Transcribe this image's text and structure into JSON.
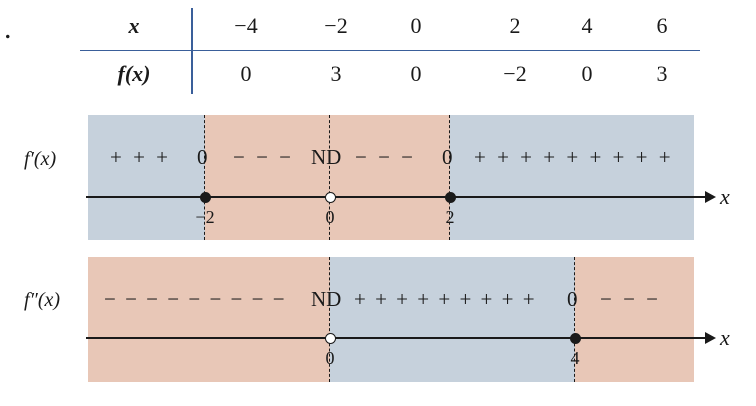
{
  "bullet": ".",
  "table": {
    "header_x": "x",
    "header_fx": "f(x)",
    "x_values": [
      "−4",
      "−2",
      "0",
      "2",
      "4",
      "6"
    ],
    "fx_values": [
      "0",
      "3",
      "0",
      "−2",
      "0",
      "3"
    ]
  },
  "first_derivative": {
    "label": "f′(x)",
    "signs": [
      "+ + +",
      "0",
      "− − −",
      "ND",
      "− − −",
      "0",
      "+ + + + + + + + +"
    ],
    "ticks": [
      "−2",
      "0",
      "2"
    ],
    "axis_label": "x",
    "band_colors": [
      "#c6d1dc",
      "#e8c7b7",
      "#c6d1dc"
    ]
  },
  "second_derivative": {
    "label": "f″(x)",
    "signs": [
      "− − − − − − − − −",
      "ND",
      "+ + + + + + + + +",
      "0",
      "− − −"
    ],
    "ticks": [
      "0",
      "4"
    ],
    "axis_label": "x",
    "band_colors": [
      "#e8c7b7",
      "#c6d1dc",
      "#e8c7b7"
    ]
  }
}
